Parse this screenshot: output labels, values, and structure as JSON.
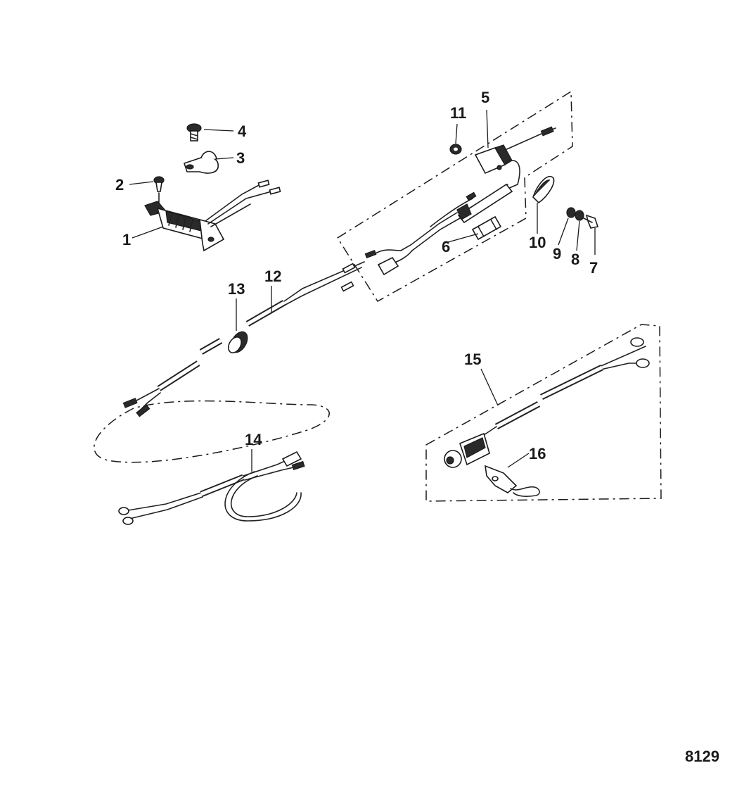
{
  "figure_number": "8129",
  "callouts": [
    {
      "id": "1",
      "label": "1"
    },
    {
      "id": "2",
      "label": "2"
    },
    {
      "id": "3",
      "label": "3"
    },
    {
      "id": "4",
      "label": "4"
    },
    {
      "id": "5",
      "label": "5"
    },
    {
      "id": "6",
      "label": "6"
    },
    {
      "id": "7",
      "label": "7"
    },
    {
      "id": "8",
      "label": "8"
    },
    {
      "id": "9",
      "label": "9"
    },
    {
      "id": "10",
      "label": "10"
    },
    {
      "id": "11",
      "label": "11"
    },
    {
      "id": "12",
      "label": "12"
    },
    {
      "id": "13",
      "label": "13"
    },
    {
      "id": "14",
      "label": "14"
    },
    {
      "id": "15",
      "label": "15"
    },
    {
      "id": "16",
      "label": "16"
    }
  ]
}
